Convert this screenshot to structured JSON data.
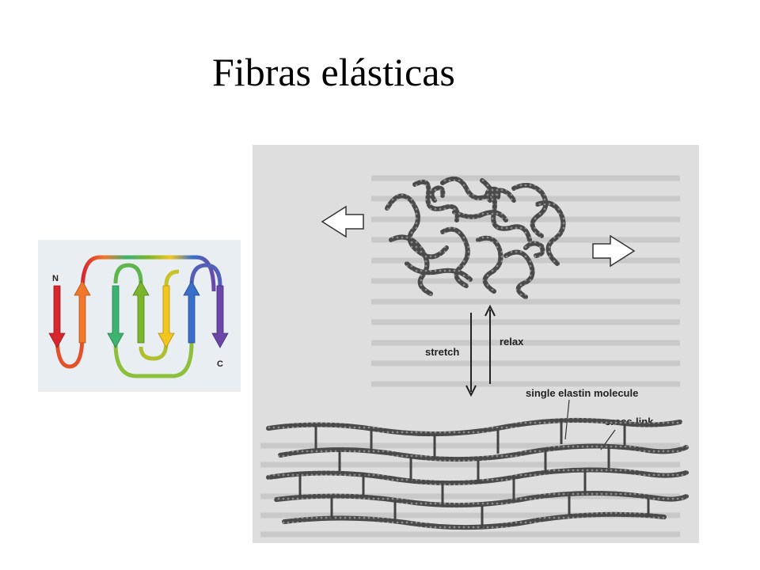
{
  "slide": {
    "title": "Fibras elásticas"
  },
  "topology": {
    "n_label": "N",
    "c_label": "C",
    "background": "#e9eef3",
    "strand_colors": [
      "#d7262e",
      "#f0782a",
      "#3cb371",
      "#7ab52b",
      "#f2c61f",
      "#3a6fc9",
      "#6a48a8"
    ]
  },
  "elastin": {
    "label_stretch": "stretch",
    "label_relax": "relax",
    "label_molecule": "single elastin molecule",
    "label_crosslink": "cross-link",
    "page_color": "#dedede",
    "chain_color": "#4a4a4a"
  }
}
